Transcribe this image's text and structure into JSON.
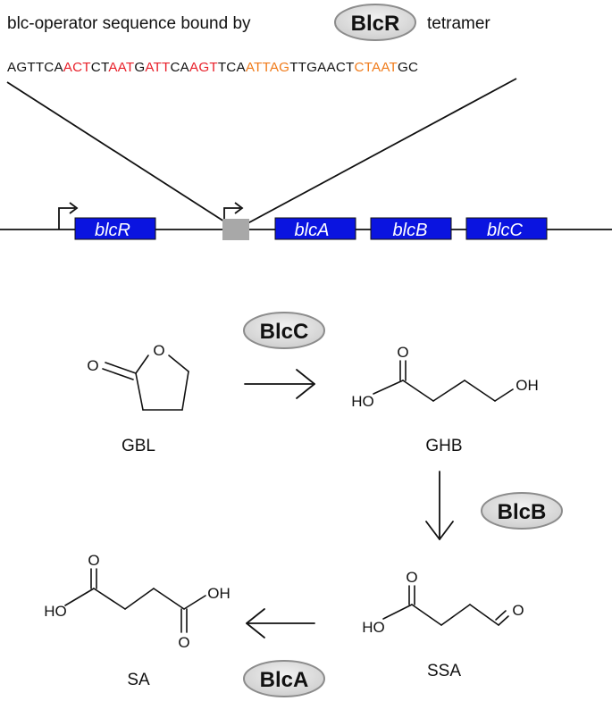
{
  "header": {
    "prefix": "blc-operator sequence bound by",
    "protein": "BlcR",
    "suffix": "tetramer"
  },
  "sequence": {
    "segments": [
      {
        "text": "AGTTCA",
        "color": "#111111"
      },
      {
        "text": "ACT",
        "color": "#e8202a"
      },
      {
        "text": "CT",
        "color": "#111111"
      },
      {
        "text": "AAT",
        "color": "#e8202a"
      },
      {
        "text": "G",
        "color": "#111111"
      },
      {
        "text": "ATT",
        "color": "#e8202a"
      },
      {
        "text": "CA",
        "color": "#111111"
      },
      {
        "text": "AGT",
        "color": "#e8202a"
      },
      {
        "text": "TCA",
        "color": "#111111"
      },
      {
        "text": "ATTAG",
        "color": "#f07b1a"
      },
      {
        "text": "TTGAACT",
        "color": "#111111"
      },
      {
        "text": "CTAAT",
        "color": "#f07b1a"
      },
      {
        "text": "GC",
        "color": "#111111"
      }
    ]
  },
  "genes": [
    "blcR",
    "blcA",
    "blcB",
    "blcC"
  ],
  "enzymes": {
    "c": "BlcC",
    "b": "BlcB",
    "a": "BlcA"
  },
  "molecules": {
    "gbl": {
      "name": "GBL",
      "o1": "O",
      "o2": "O"
    },
    "ghb": {
      "name": "GHB",
      "o": "O",
      "ho": "HO",
      "oh": "OH"
    },
    "ssa": {
      "name": "SSA",
      "o": "O",
      "ho": "HO",
      "o2": "O"
    },
    "sa": {
      "name": "SA",
      "o1": "O",
      "oh": "OH",
      "ho": "HO",
      "o2": "O"
    }
  },
  "colors": {
    "gene_box": "#0a14e0",
    "operator_box": "#a8a8a8",
    "pill_fill": "#d9d9d9",
    "pill_stroke": "#8c8c8c",
    "red": "#e8202a",
    "orange": "#f07b1a"
  }
}
